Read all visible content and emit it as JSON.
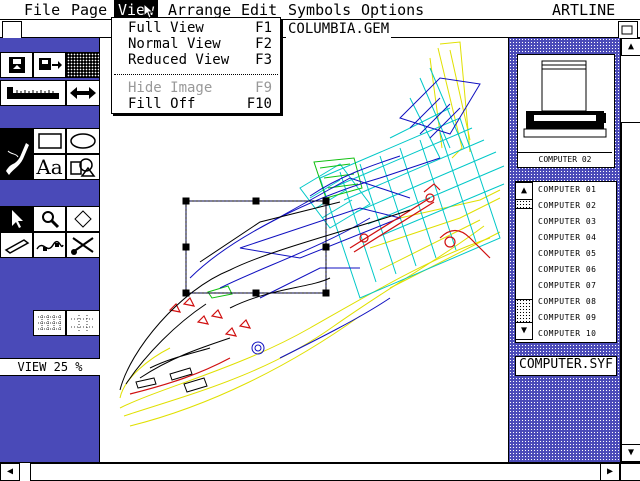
{
  "menubar": {
    "items": [
      "File",
      "Page",
      "View",
      "Arrange",
      "Edit",
      "Symbols",
      "Options"
    ],
    "app_name": "ARTLINE"
  },
  "window": {
    "title": "COLUMBIA.GEM"
  },
  "view_menu": {
    "items": [
      {
        "label": "Full View",
        "key": "F1",
        "enabled": true
      },
      {
        "label": "Normal View",
        "key": "F2",
        "enabled": true
      },
      {
        "label": "Reduced View",
        "key": "F3",
        "enabled": true
      },
      {
        "label": "Hide Image",
        "key": "F9",
        "enabled": false
      },
      {
        "label": "Fill Off",
        "key": "F10",
        "enabled": true
      }
    ]
  },
  "tools": {
    "text_tool": "Aa"
  },
  "status": {
    "view_label": "VIEW 25 %"
  },
  "symbols": {
    "preview_label": "COMPUTER 02",
    "items": [
      "COMPUTER 01",
      "COMPUTER 02",
      "COMPUTER 03",
      "COMPUTER 04",
      "COMPUTER 05",
      "COMPUTER 06",
      "COMPUTER 07",
      "COMPUTER 08",
      "COMPUTER 09",
      "COMPUTER 10"
    ],
    "library": "COMPUTER.SYF"
  },
  "colors": {
    "panel": "#4a4ab8",
    "lines_blue": "#1010c0",
    "lines_cyan": "#00c8c8",
    "lines_green": "#10c010",
    "lines_yellow": "#e0e000",
    "lines_red": "#d01010"
  }
}
